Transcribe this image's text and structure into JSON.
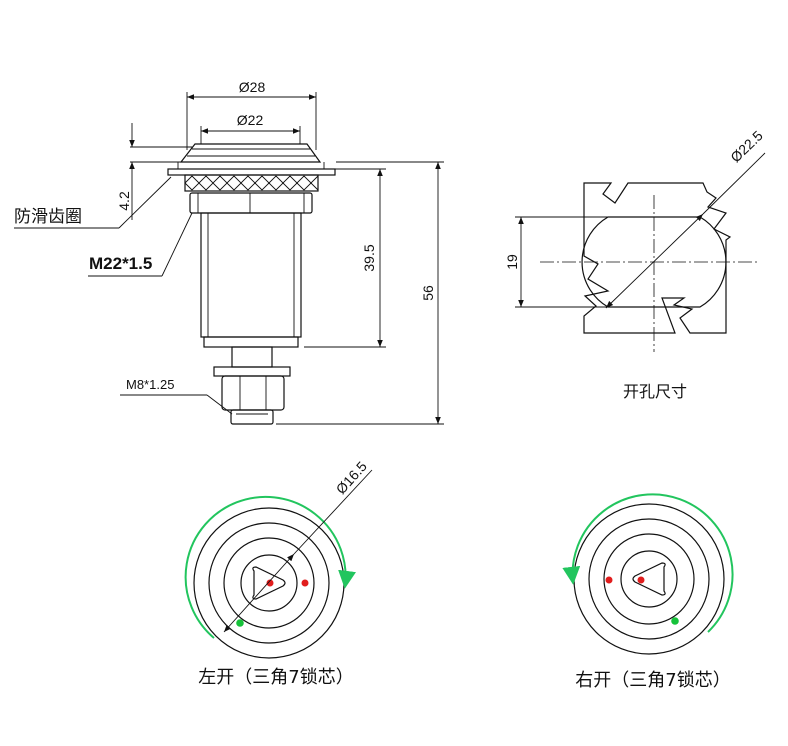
{
  "dimensions": {
    "dia_outer": "Ø28",
    "dia_inner": "Ø22",
    "collar_height": "4.2",
    "body_length": "39.5",
    "total_length": "56",
    "cutout_dia": "Ø22.5",
    "cutout_flat": "19",
    "key_dia": "Ø16.5",
    "nut_thread": "M8*1.25"
  },
  "labels": {
    "antislip_ring": "防滑齿圈",
    "main_thread": "M22*1.5",
    "cutout_caption": "开孔尺寸",
    "left_open_caption": "左开（三角7锁芯）",
    "right_open_caption": "右开（三角7锁芯）"
  },
  "colors": {
    "line": "#111111",
    "arrow_green": "#22c55e",
    "dot_red": "#e11d1d",
    "dot_green": "#16c23a"
  }
}
